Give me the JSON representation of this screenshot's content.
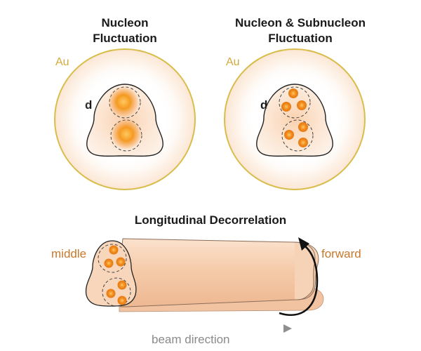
{
  "panels": {
    "nucleon": {
      "title_line1": "Nucleon",
      "title_line2": "Fluctuation",
      "au_label": "Au",
      "d_label": "d"
    },
    "subnucleon": {
      "title_line1": "Nucleon & Subnucleon",
      "title_line2": "Fluctuation",
      "au_label": "Au",
      "d_label": "d"
    }
  },
  "longitudinal": {
    "title": "Longitudinal Decorrelation",
    "left_label": "middle",
    "right_label": "forward",
    "axis_label": "beam direction"
  },
  "colors": {
    "gold_ring": "#d8bd4a",
    "label_orange": "#c8782a",
    "hotspot": "#f08a1e",
    "tube": "#f3c8a8",
    "text": "#1a1a1a",
    "arrow": "#9a9a9a"
  }
}
